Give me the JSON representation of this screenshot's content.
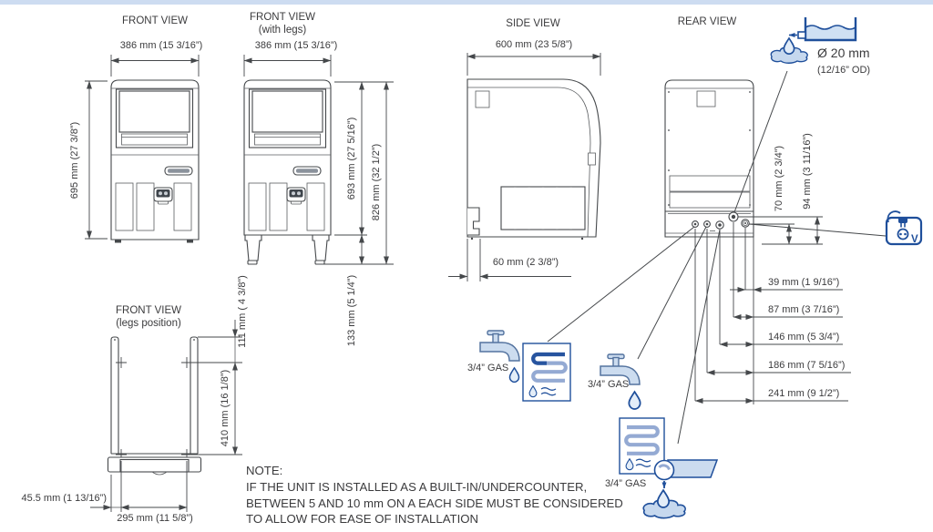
{
  "views": {
    "front": {
      "title": "FRONT VIEW",
      "width": "386 mm (15 3/16”)",
      "height": "695 mm (27 3/8”)"
    },
    "front_with_legs": {
      "title": "FRONT VIEW",
      "subtitle": "(with legs)",
      "width": "386 mm (15 3/16”)",
      "body_height": "693 mm (27 5/16”)",
      "total_height": "826 mm (32 1/2”)",
      "leg_height": "133 mm (5 1/4”)"
    },
    "side": {
      "title": "SIDE VIEW",
      "depth": "600 mm (23 5/8”)",
      "drain_offset": "60 mm (2 3/8”)"
    },
    "rear": {
      "title": "REAR VIEW",
      "drain_height": "70 mm (2 3/4”)",
      "inlet_height": "94 mm (3 11/16”)",
      "offset_39": "39 mm (1 9/16”)",
      "offset_87": "87 mm (3 7/16”)",
      "offset_146": "146 mm (5 3/4”)",
      "offset_186": "186 mm (7 5/16”)",
      "offset_241": "241 mm (9 1/2”)"
    },
    "legs_position": {
      "title": "FRONT VIEW",
      "subtitle": "(legs position)",
      "side_offset": "45.5 mm (1 13/16”)",
      "leg_spacing_width": "295 mm (11 5/8”)",
      "leg_spacing_depth": "410 mm (16 1/8”)",
      "rear_offset": "111 mm ( 4 3/8”)"
    }
  },
  "annotations": {
    "drain_pipe_diameter": "Ø 20 mm",
    "drain_pipe_od": "(12/16” OD)",
    "gas_inlet_left": "3/4” GAS",
    "gas_inlet_middle": "3/4” GAS",
    "gas_drain_bottom": "3/4” GAS",
    "voltage": "V"
  },
  "note": {
    "heading": "NOTE:",
    "line1": "IF THE UNIT IS INSTALLED AS A BUILT-IN/UNDERCOUNTER,",
    "line2": "BETWEEN 5 AND 10 mm ON A EACH SIDE MUST BE CONSIDERED",
    "line3": "TO ALLOW FOR EASE OF INSTALLATION"
  },
  "colors": {
    "line": "#45484b",
    "text": "#3b3b3d",
    "blue_dark": "#1f4f9b",
    "blue_mid": "#94aad3",
    "blue_light": "#ccdcef",
    "top_strip": "#cddcf1"
  }
}
